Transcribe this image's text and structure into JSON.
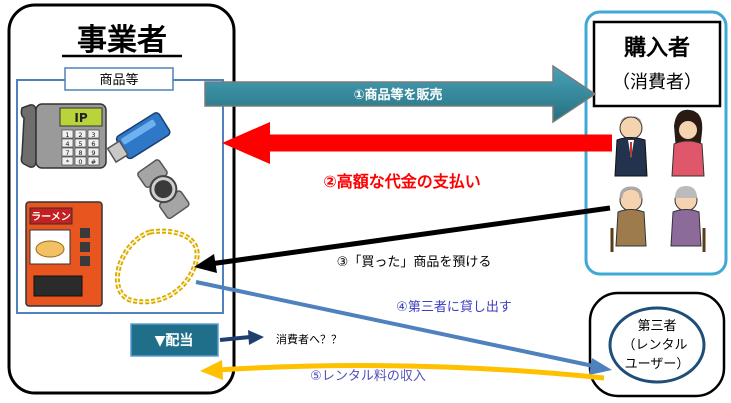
{
  "business": {
    "title": "事業者",
    "goods_label": "商品等",
    "dividend_label": "▼配当"
  },
  "purchaser": {
    "title": "購入者",
    "subtitle": "（消費者）"
  },
  "third_party": {
    "line1": "第三者",
    "line2": "（レンタル",
    "line3": "ユーザー）"
  },
  "flows": {
    "step1": "①商品等を販売",
    "step2": "②高額な代金の支払い",
    "step3": "③「買った」商品を預ける",
    "step4": "④第三者に貸し出す",
    "step5": "⑤レンタル料の収入",
    "dividend_target": "消費者へ？？"
  },
  "illustrations": {
    "phone_keys": [
      "1",
      "2",
      "3",
      "4",
      "5",
      "6",
      "7",
      "8",
      "9",
      "*",
      "0",
      "#"
    ],
    "phone_screen": "IP",
    "vending_sign": "ラーメン"
  },
  "colors": {
    "step1_arrow": "#31849b",
    "step2_arrow": "#ff0000",
    "step3_arrow": "#000000",
    "step4_arrow": "#4f81bd",
    "step5_arrow": "#ffc000",
    "dividend_box": "#1f6f8b",
    "purchaser_border": "#3fa9d6"
  }
}
